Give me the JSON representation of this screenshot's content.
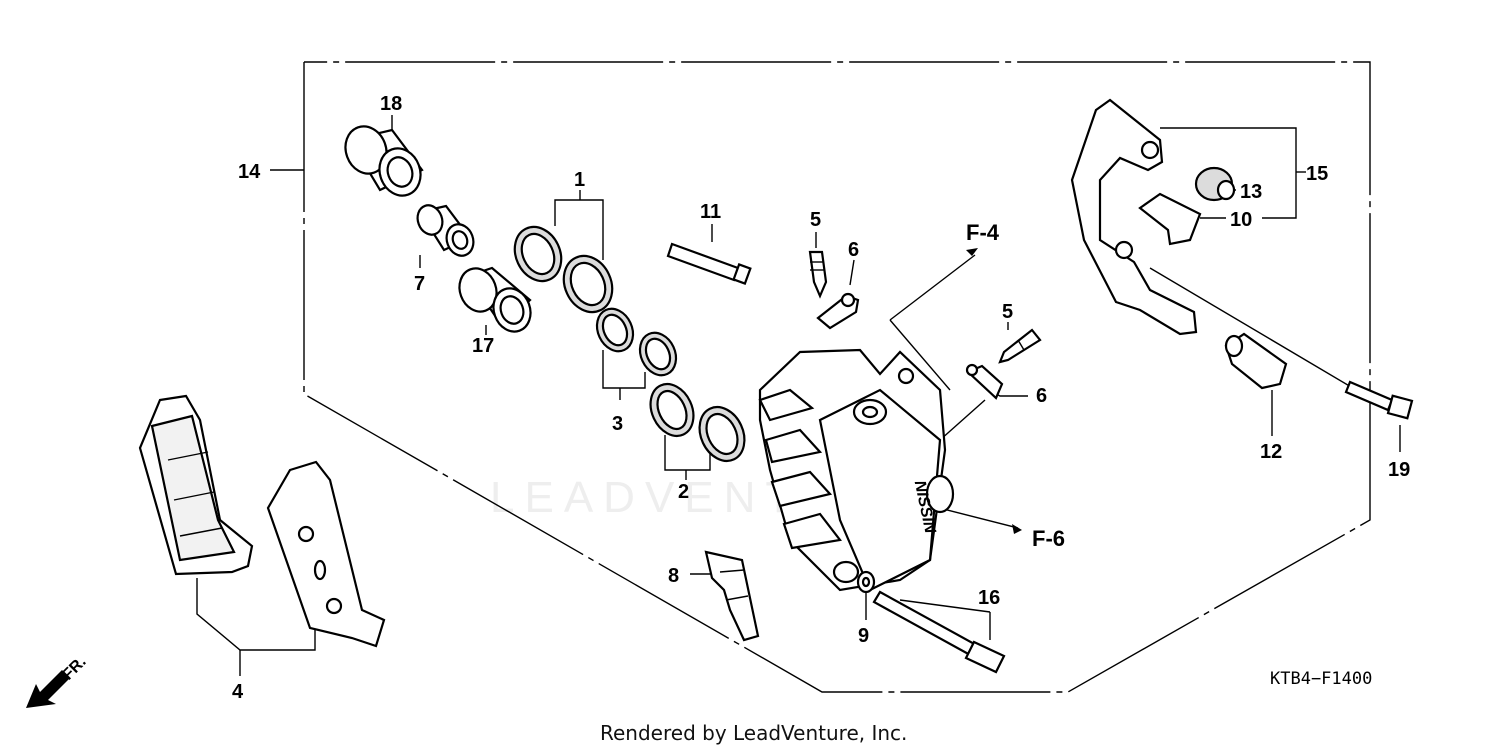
{
  "diagram": {
    "callouts": {
      "n1": "1",
      "n2": "2",
      "n3": "3",
      "n4": "4",
      "n5a": "5",
      "n5b": "5",
      "n6a": "6",
      "n6b": "6",
      "n7": "7",
      "n8": "8",
      "n9": "9",
      "n10": "10",
      "n11": "11",
      "n12": "12",
      "n13": "13",
      "n14": "14",
      "n15": "15",
      "n16": "16",
      "n17": "17",
      "n18": "18",
      "n19": "19"
    },
    "references": {
      "f4": "F-4",
      "f6": "F-6"
    },
    "front_marker": "FR.",
    "caliper_brand": "NISSIN",
    "diagram_code": "KTB4−F1400",
    "watermark": "LEADVENTURE"
  },
  "footer": {
    "credit": "Rendered by LeadVenture, Inc."
  }
}
